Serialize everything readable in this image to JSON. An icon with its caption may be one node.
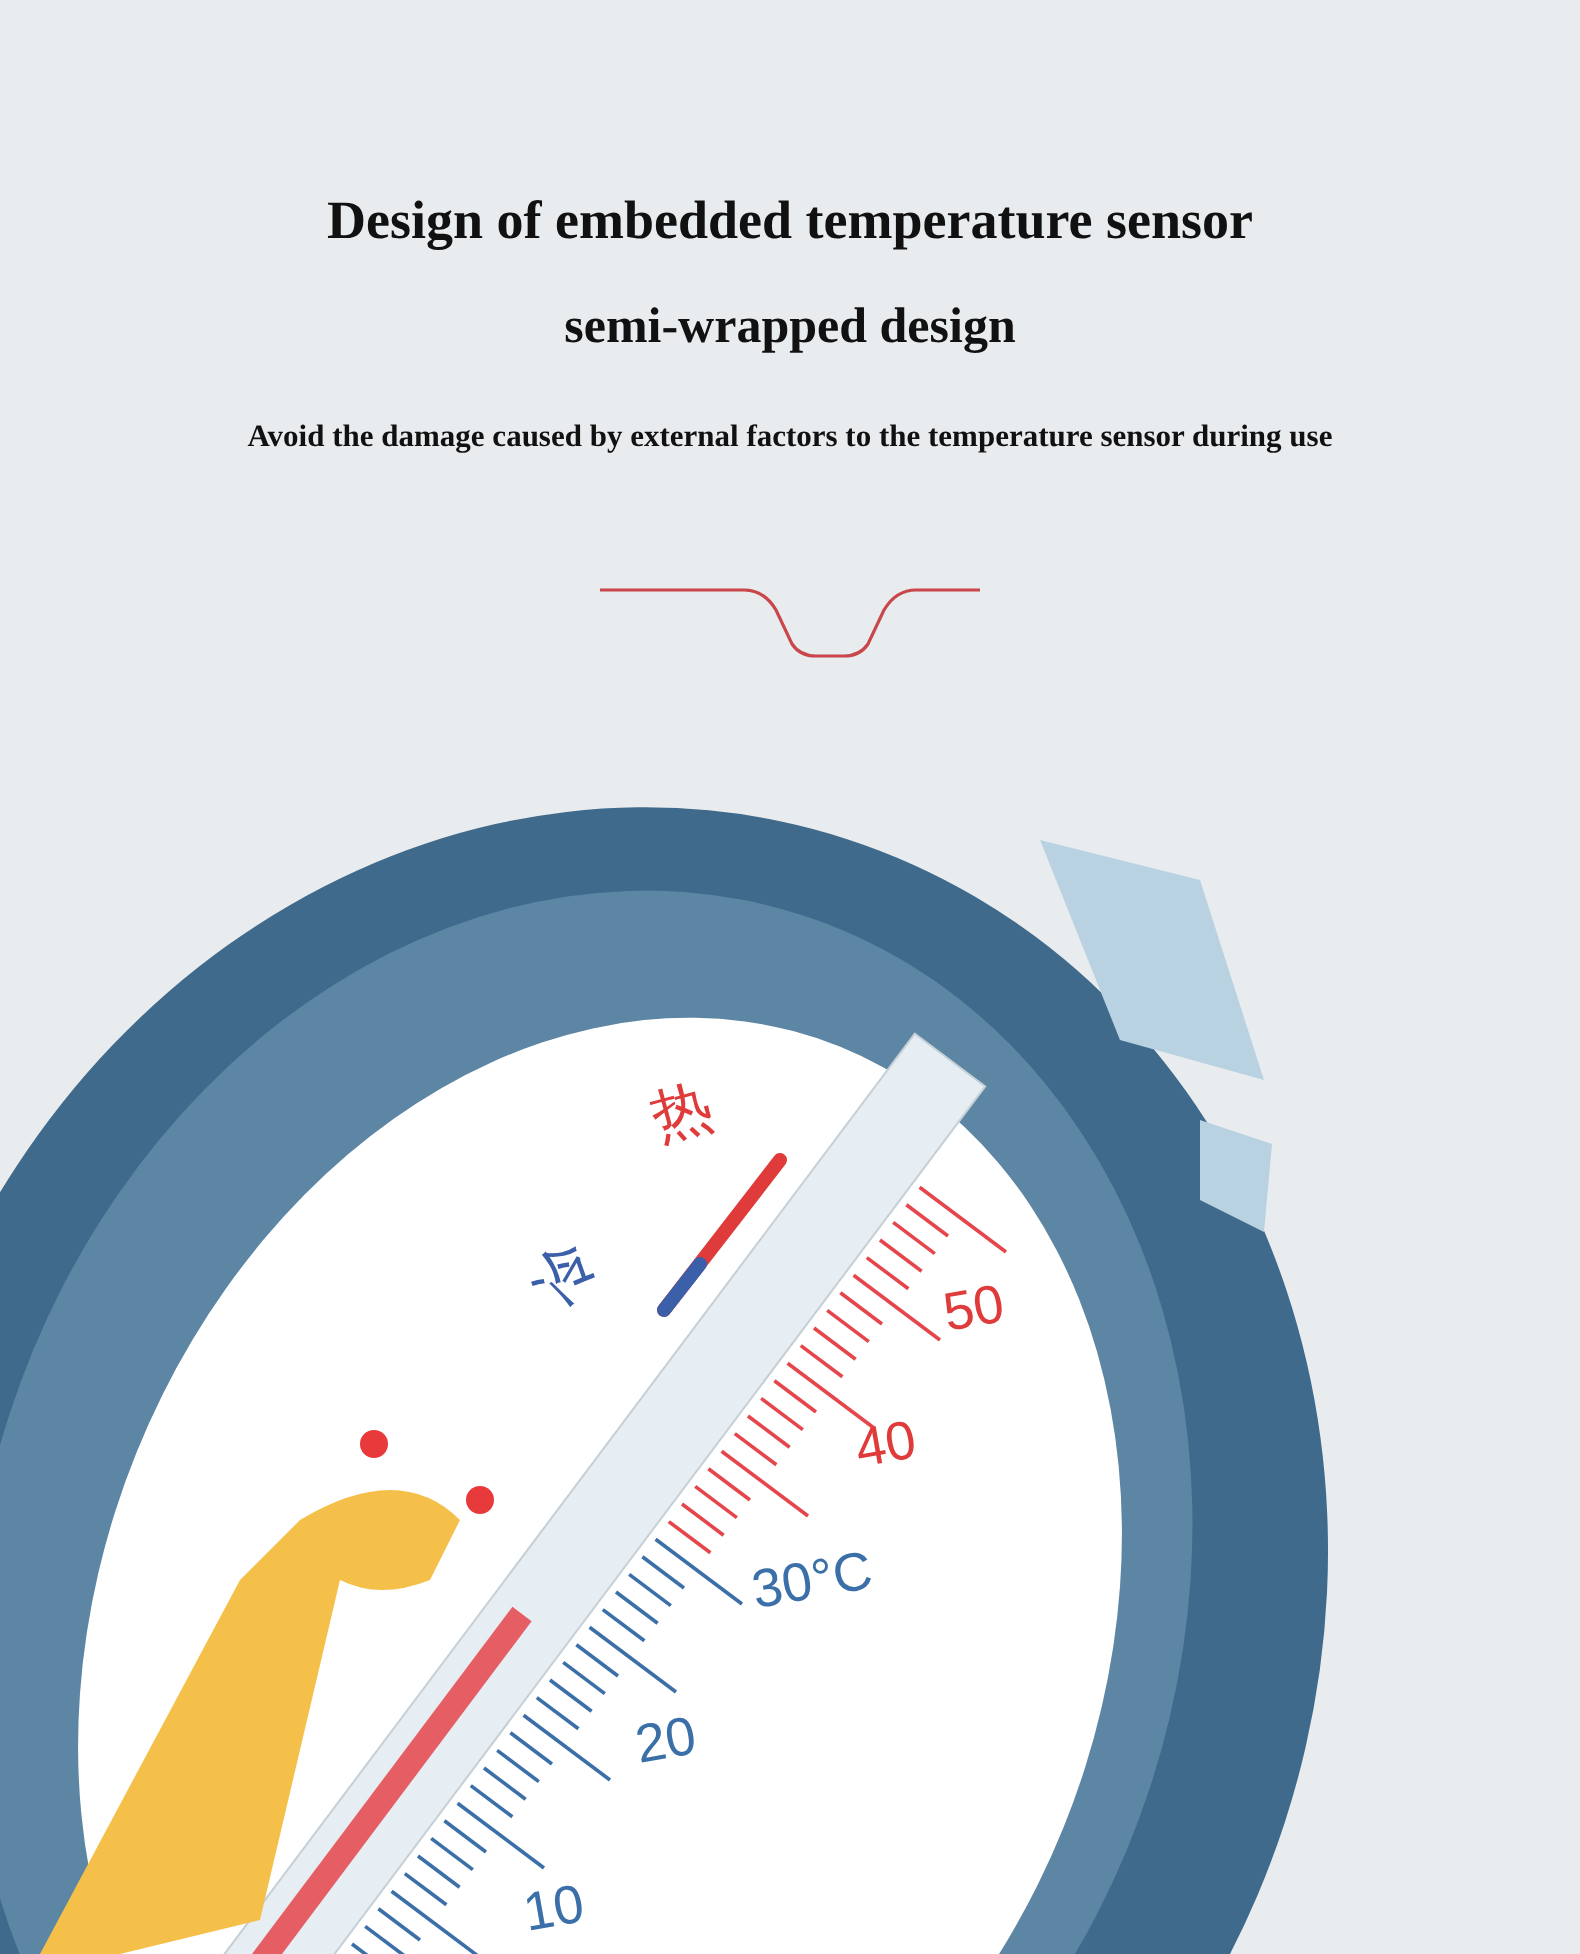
{
  "diagram": {
    "title": "Design of embedded temperature sensor",
    "labels": [
      "semi-wrapped design",
      "Avoid the damage caused by external factors to the temperature sensor during use",
      "热",
      "冷",
      "50",
      "40",
      "30°C",
      "20",
      "10"
    ]
  }
}
